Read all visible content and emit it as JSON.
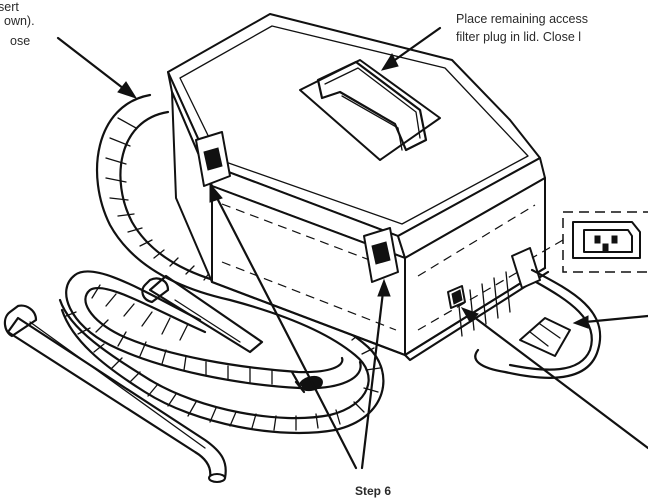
{
  "callouts": {
    "left_line_1": "sert",
    "left_line_2": "own).",
    "left_line_3": "ose",
    "right_line_1": "Place remaining access",
    "right_line_2": "filter plug in lid. Close l"
  },
  "step_label": "Step 6"
}
